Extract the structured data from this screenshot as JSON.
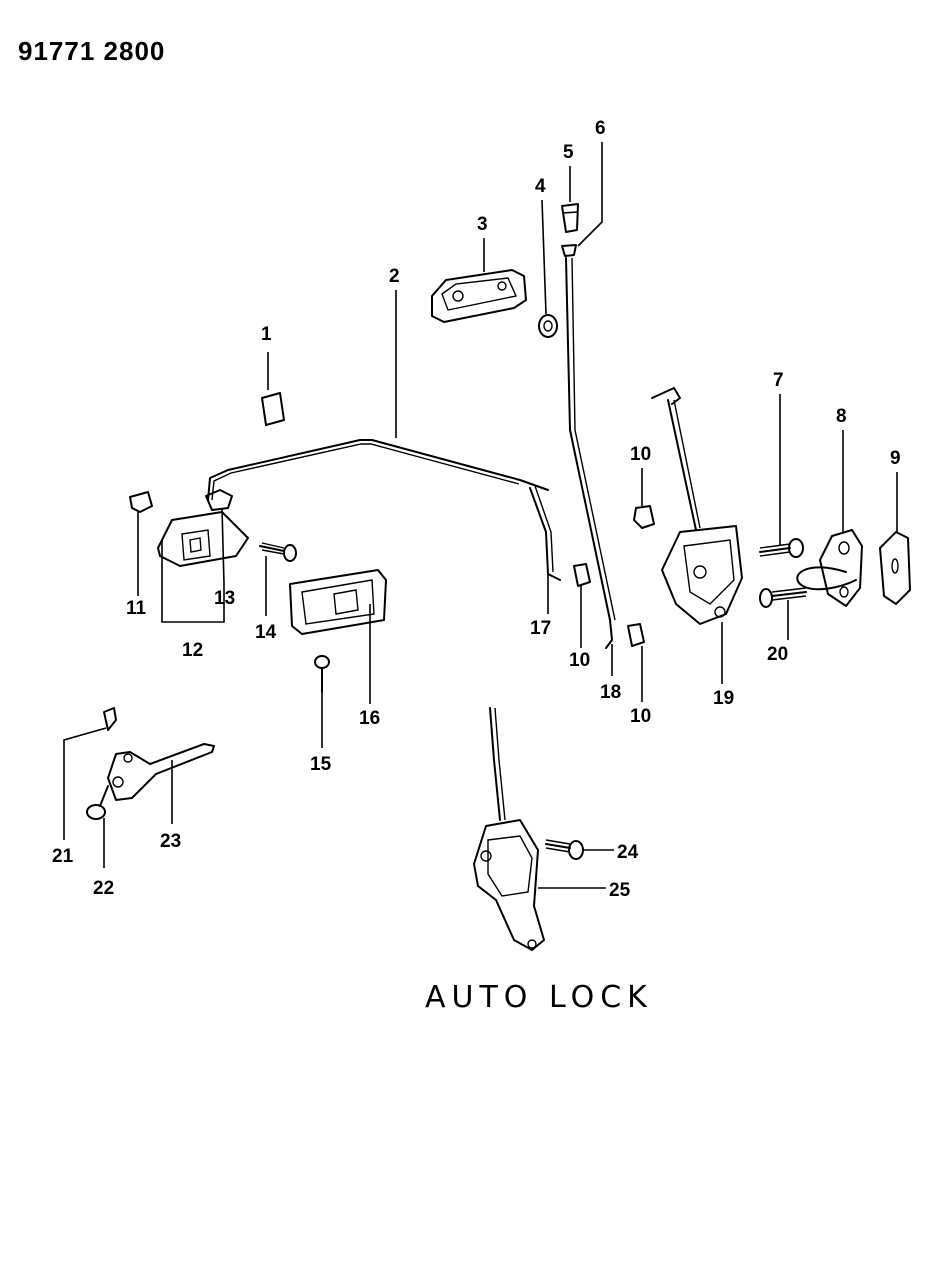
{
  "header": {
    "code": "91771 2800"
  },
  "caption": {
    "text": "AUTO LOCK"
  },
  "callouts": [
    {
      "id": "c1",
      "text": "1"
    },
    {
      "id": "c2",
      "text": "2"
    },
    {
      "id": "c3",
      "text": "3"
    },
    {
      "id": "c4",
      "text": "4"
    },
    {
      "id": "c5",
      "text": "5"
    },
    {
      "id": "c6",
      "text": "6"
    },
    {
      "id": "c7",
      "text": "7"
    },
    {
      "id": "c8",
      "text": "8"
    },
    {
      "id": "c9",
      "text": "9"
    },
    {
      "id": "c10a",
      "text": "10"
    },
    {
      "id": "c10b",
      "text": "10"
    },
    {
      "id": "c10c",
      "text": "10"
    },
    {
      "id": "c11",
      "text": "11"
    },
    {
      "id": "c12",
      "text": "12"
    },
    {
      "id": "c13",
      "text": "13"
    },
    {
      "id": "c14",
      "text": "14"
    },
    {
      "id": "c15",
      "text": "15"
    },
    {
      "id": "c16",
      "text": "16"
    },
    {
      "id": "c17",
      "text": "17"
    },
    {
      "id": "c18",
      "text": "18"
    },
    {
      "id": "c19",
      "text": "19"
    },
    {
      "id": "c20",
      "text": "20"
    },
    {
      "id": "c21",
      "text": "21"
    },
    {
      "id": "c22",
      "text": "22"
    },
    {
      "id": "c23",
      "text": "23"
    },
    {
      "id": "c24",
      "text": "24"
    },
    {
      "id": "c25",
      "text": "25"
    }
  ]
}
